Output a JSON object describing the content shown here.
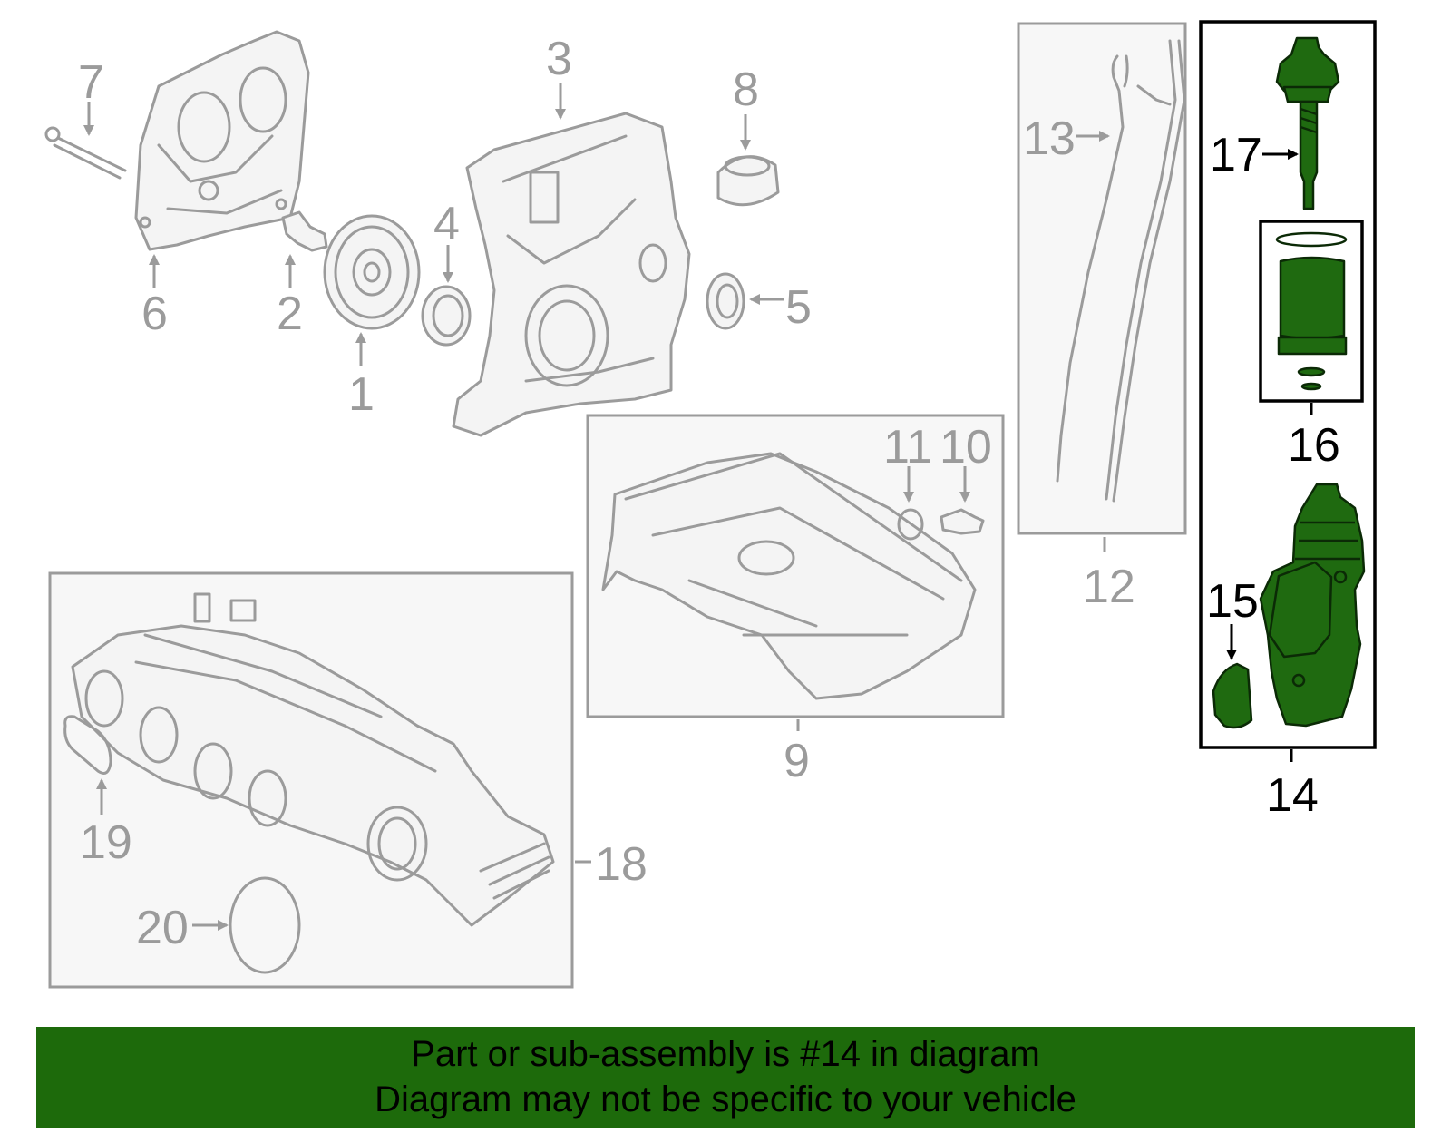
{
  "callouts": {
    "c1": "1",
    "c2": "2",
    "c3": "3",
    "c4": "4",
    "c5": "5",
    "c6": "6",
    "c7": "7",
    "c8": "8",
    "c9": "9",
    "c10": "10",
    "c11": "11",
    "c12": "12",
    "c13": "13",
    "c14": "14",
    "c15": "15",
    "c16": "16",
    "c17": "17",
    "c18": "18",
    "c19": "19",
    "c20": "20"
  },
  "highlight": {
    "part_number": "14",
    "color": "#1f6a10"
  },
  "footer": {
    "line1": "Part or sub-assembly is #14 in diagram",
    "line2": "Diagram may not be specific to your vehicle",
    "background": "#1d6a0b"
  }
}
